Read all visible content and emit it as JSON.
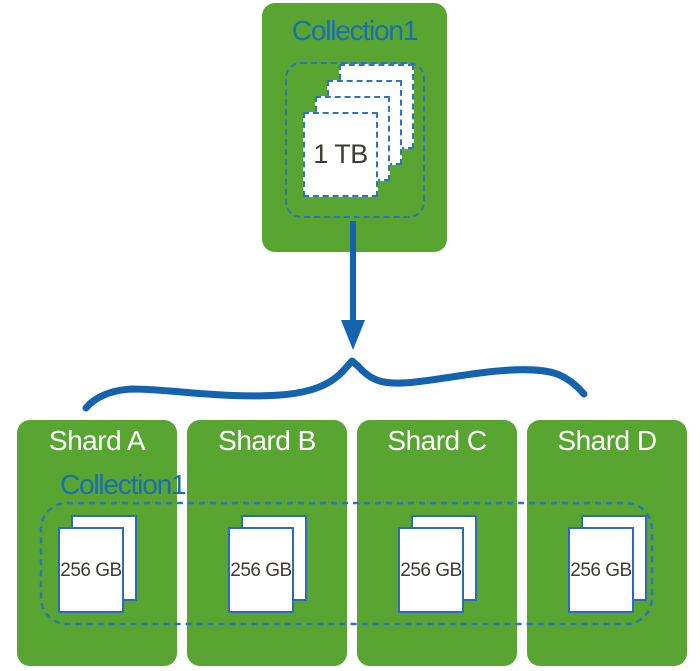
{
  "collection": {
    "label": "Collection1",
    "size_label": "1 TB"
  },
  "shards": {
    "collection_label": "Collection1",
    "items": [
      {
        "label": "Shard A",
        "size_label": "256 GB"
      },
      {
        "label": "Shard B",
        "size_label": "256 GB"
      },
      {
        "label": "Shard C",
        "size_label": "256 GB"
      },
      {
        "label": "Shard D",
        "size_label": "256 GB"
      }
    ]
  },
  "colors": {
    "box_green": "#58a532",
    "label_blue": "#1b6eb0",
    "dash_blue": "#2d74b9",
    "page_border_blue": "#2c6cb5",
    "connector_blue": "#1562ae",
    "page_text_dark": "#3e3a36",
    "shard_title_white": "#ffffff"
  }
}
